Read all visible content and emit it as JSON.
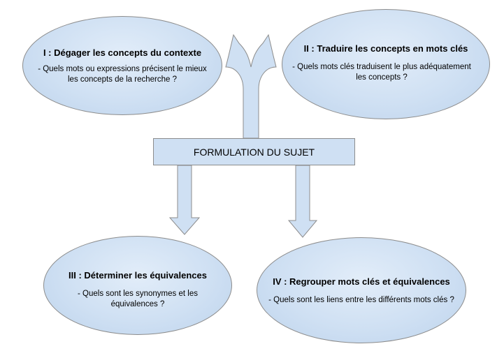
{
  "diagram": {
    "center_label": "FORMULATION DU SUJET",
    "nodes": [
      {
        "title": "I : Dégager les concepts du contexte",
        "lines": [
          "- Quels mots ou expressions précisent le mieux",
          "les concepts de la recherche ?"
        ]
      },
      {
        "title": "II : Traduire les concepts en mots clés",
        "lines": [
          "- Quels mots clés traduisent le plus adéquatement",
          "les concepts  ?"
        ]
      },
      {
        "title": "III : Déterminer les équivalences",
        "lines": [
          "- Quels sont les synonymes et les",
          "équivalences  ?"
        ]
      },
      {
        "title": "IV : Regrouper mots clés et équivalences",
        "lines": [
          "- Quels sont les liens entre les différents mots clés ?"
        ]
      }
    ],
    "colors": {
      "fill": "#cfe0f3",
      "stroke": "#8c8c8c"
    }
  }
}
